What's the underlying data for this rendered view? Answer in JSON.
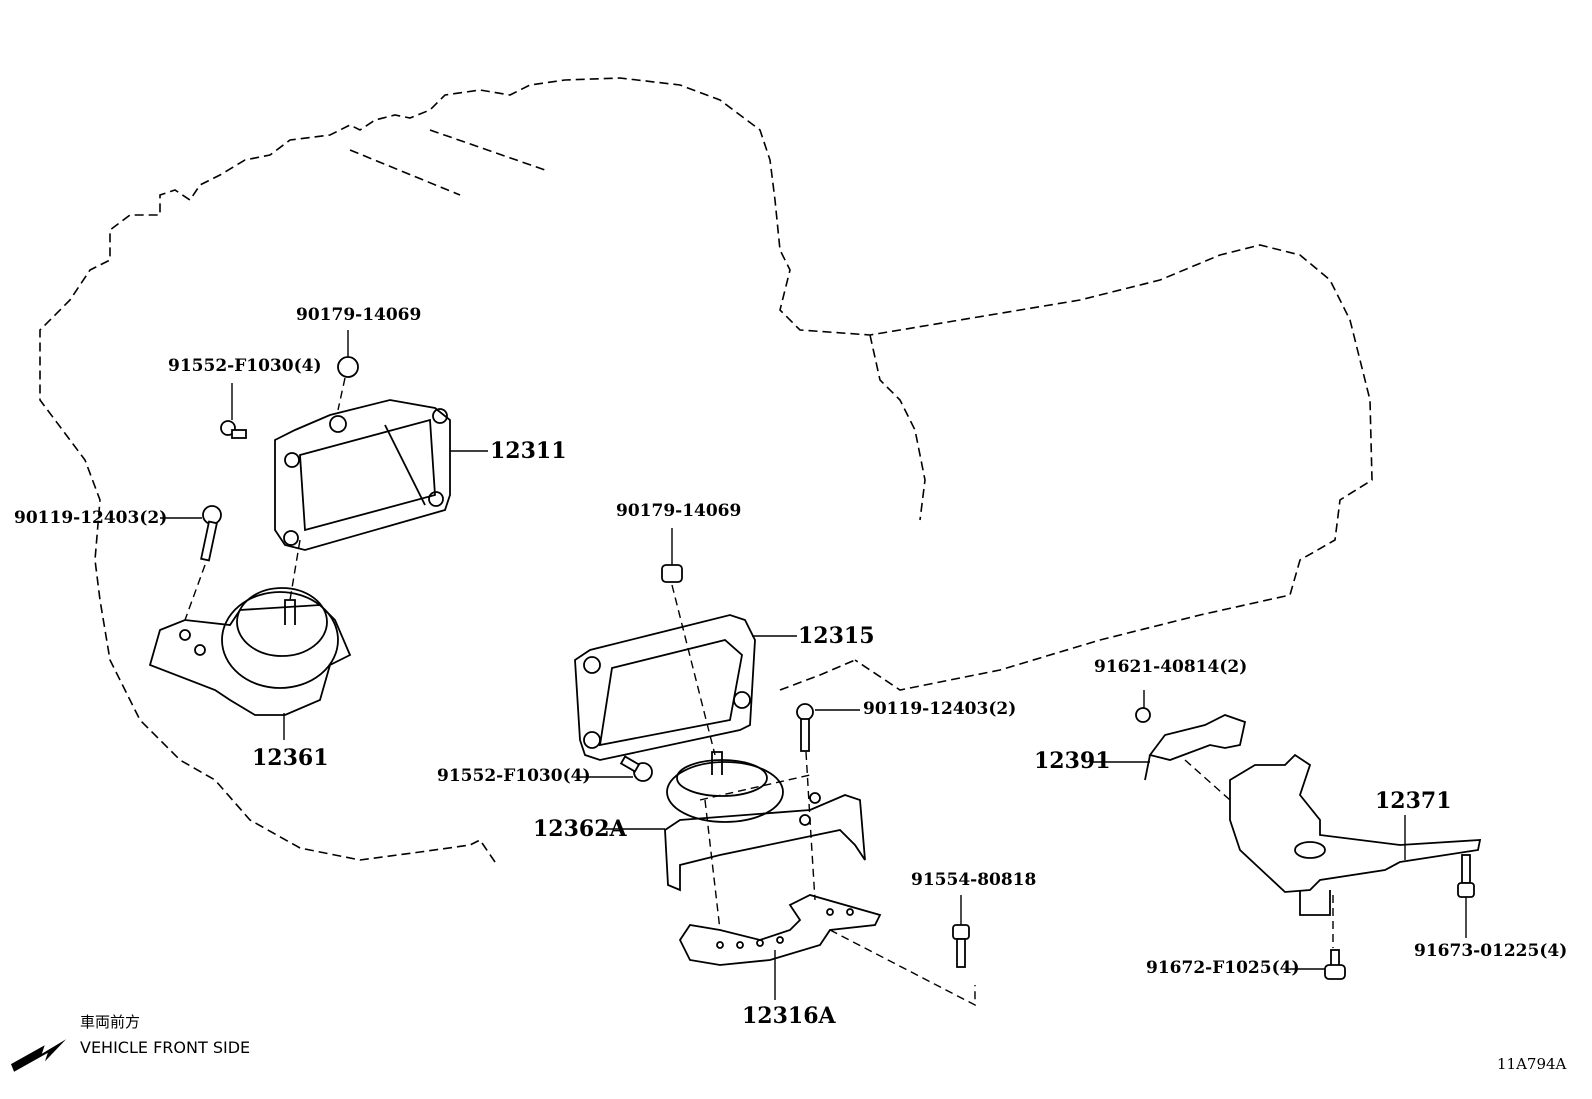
{
  "diagram": {
    "drawing_code": "11A794A",
    "direction_note": {
      "japanese": "車両前方",
      "english": "VEHICLE FRONT SIDE",
      "arrow_icon": "arrow-down-left-icon"
    },
    "parts": [
      {
        "id": "90179-14069-upper",
        "label": "90179-14069"
      },
      {
        "id": "91552-F1030-upper",
        "label": "91552-F1030(4)"
      },
      {
        "id": "12311",
        "label": "12311"
      },
      {
        "id": "90119-12403-left",
        "label": "90119-12403(2)"
      },
      {
        "id": "12361",
        "label": "12361"
      },
      {
        "id": "90179-14069-lower",
        "label": "90179-14069"
      },
      {
        "id": "12315",
        "label": "12315"
      },
      {
        "id": "90119-12403-right",
        "label": "90119-12403(2)"
      },
      {
        "id": "91552-F1030-lower",
        "label": "91552-F1030(4)"
      },
      {
        "id": "12362A",
        "label": "12362A"
      },
      {
        "id": "12316A",
        "label": "12316A"
      },
      {
        "id": "91554-80818",
        "label": "91554-80818"
      },
      {
        "id": "91621-40814",
        "label": "91621-40814(2)"
      },
      {
        "id": "12391",
        "label": "12391"
      },
      {
        "id": "12371",
        "label": "12371"
      },
      {
        "id": "91672-F1025",
        "label": "91672-F1025(4)"
      },
      {
        "id": "91673-01225",
        "label": "91673-01225(4)"
      }
    ]
  }
}
